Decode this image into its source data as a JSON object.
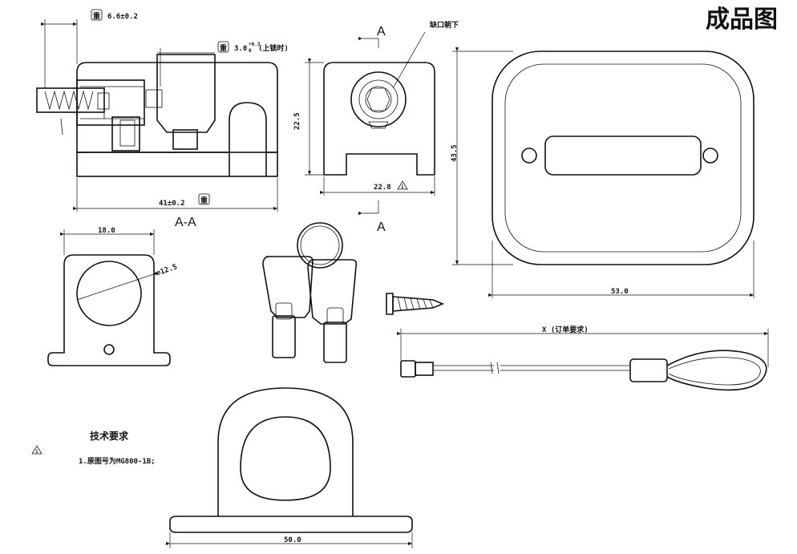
{
  "title": "成品图",
  "section_view": {
    "label": "A-A",
    "dim_top": "6.6±0.2",
    "dim_mid_main": "3.0",
    "dim_mid_sup": "+0.3",
    "dim_mid_sub": "0",
    "dim_mid_note": "(上锁时)",
    "dim_bottom": "41±0.2",
    "key_mark": "重"
  },
  "side_view": {
    "marker_top": "A",
    "marker_bottom": "A",
    "note": "缺口朝下",
    "dim_height": "22.5",
    "dim_width": "22.8",
    "warn_mark": "1"
  },
  "plate_view": {
    "dim_height": "43.5",
    "dim_width": "53.0"
  },
  "bracket_view": {
    "dim_width": "18.0",
    "dim_hole": "⌀12.5"
  },
  "cable_view": {
    "dim_length": "X (订单要求)"
  },
  "loop_view": {
    "dim_width": "50.0"
  },
  "notes": {
    "heading": "技术要求",
    "item_1": "1.原图号为MG800-1B;",
    "warn_mark": "1"
  }
}
